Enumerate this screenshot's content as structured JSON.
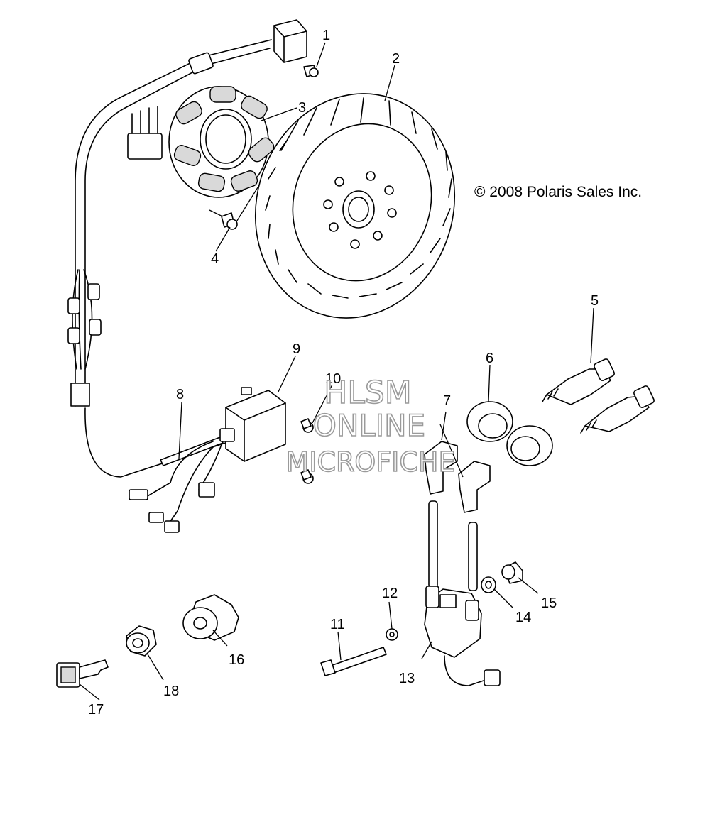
{
  "diagram": {
    "copyright": "© 2008 Polaris Sales Inc.",
    "watermark": [
      "HLSM",
      "ONLINE",
      "MICROFICHE"
    ],
    "callouts": [
      "1",
      "2",
      "3",
      "4",
      "5",
      "6",
      "7",
      "8",
      "9",
      "10",
      "11",
      "12",
      "13",
      "14",
      "15",
      "16",
      "17",
      "18"
    ]
  }
}
